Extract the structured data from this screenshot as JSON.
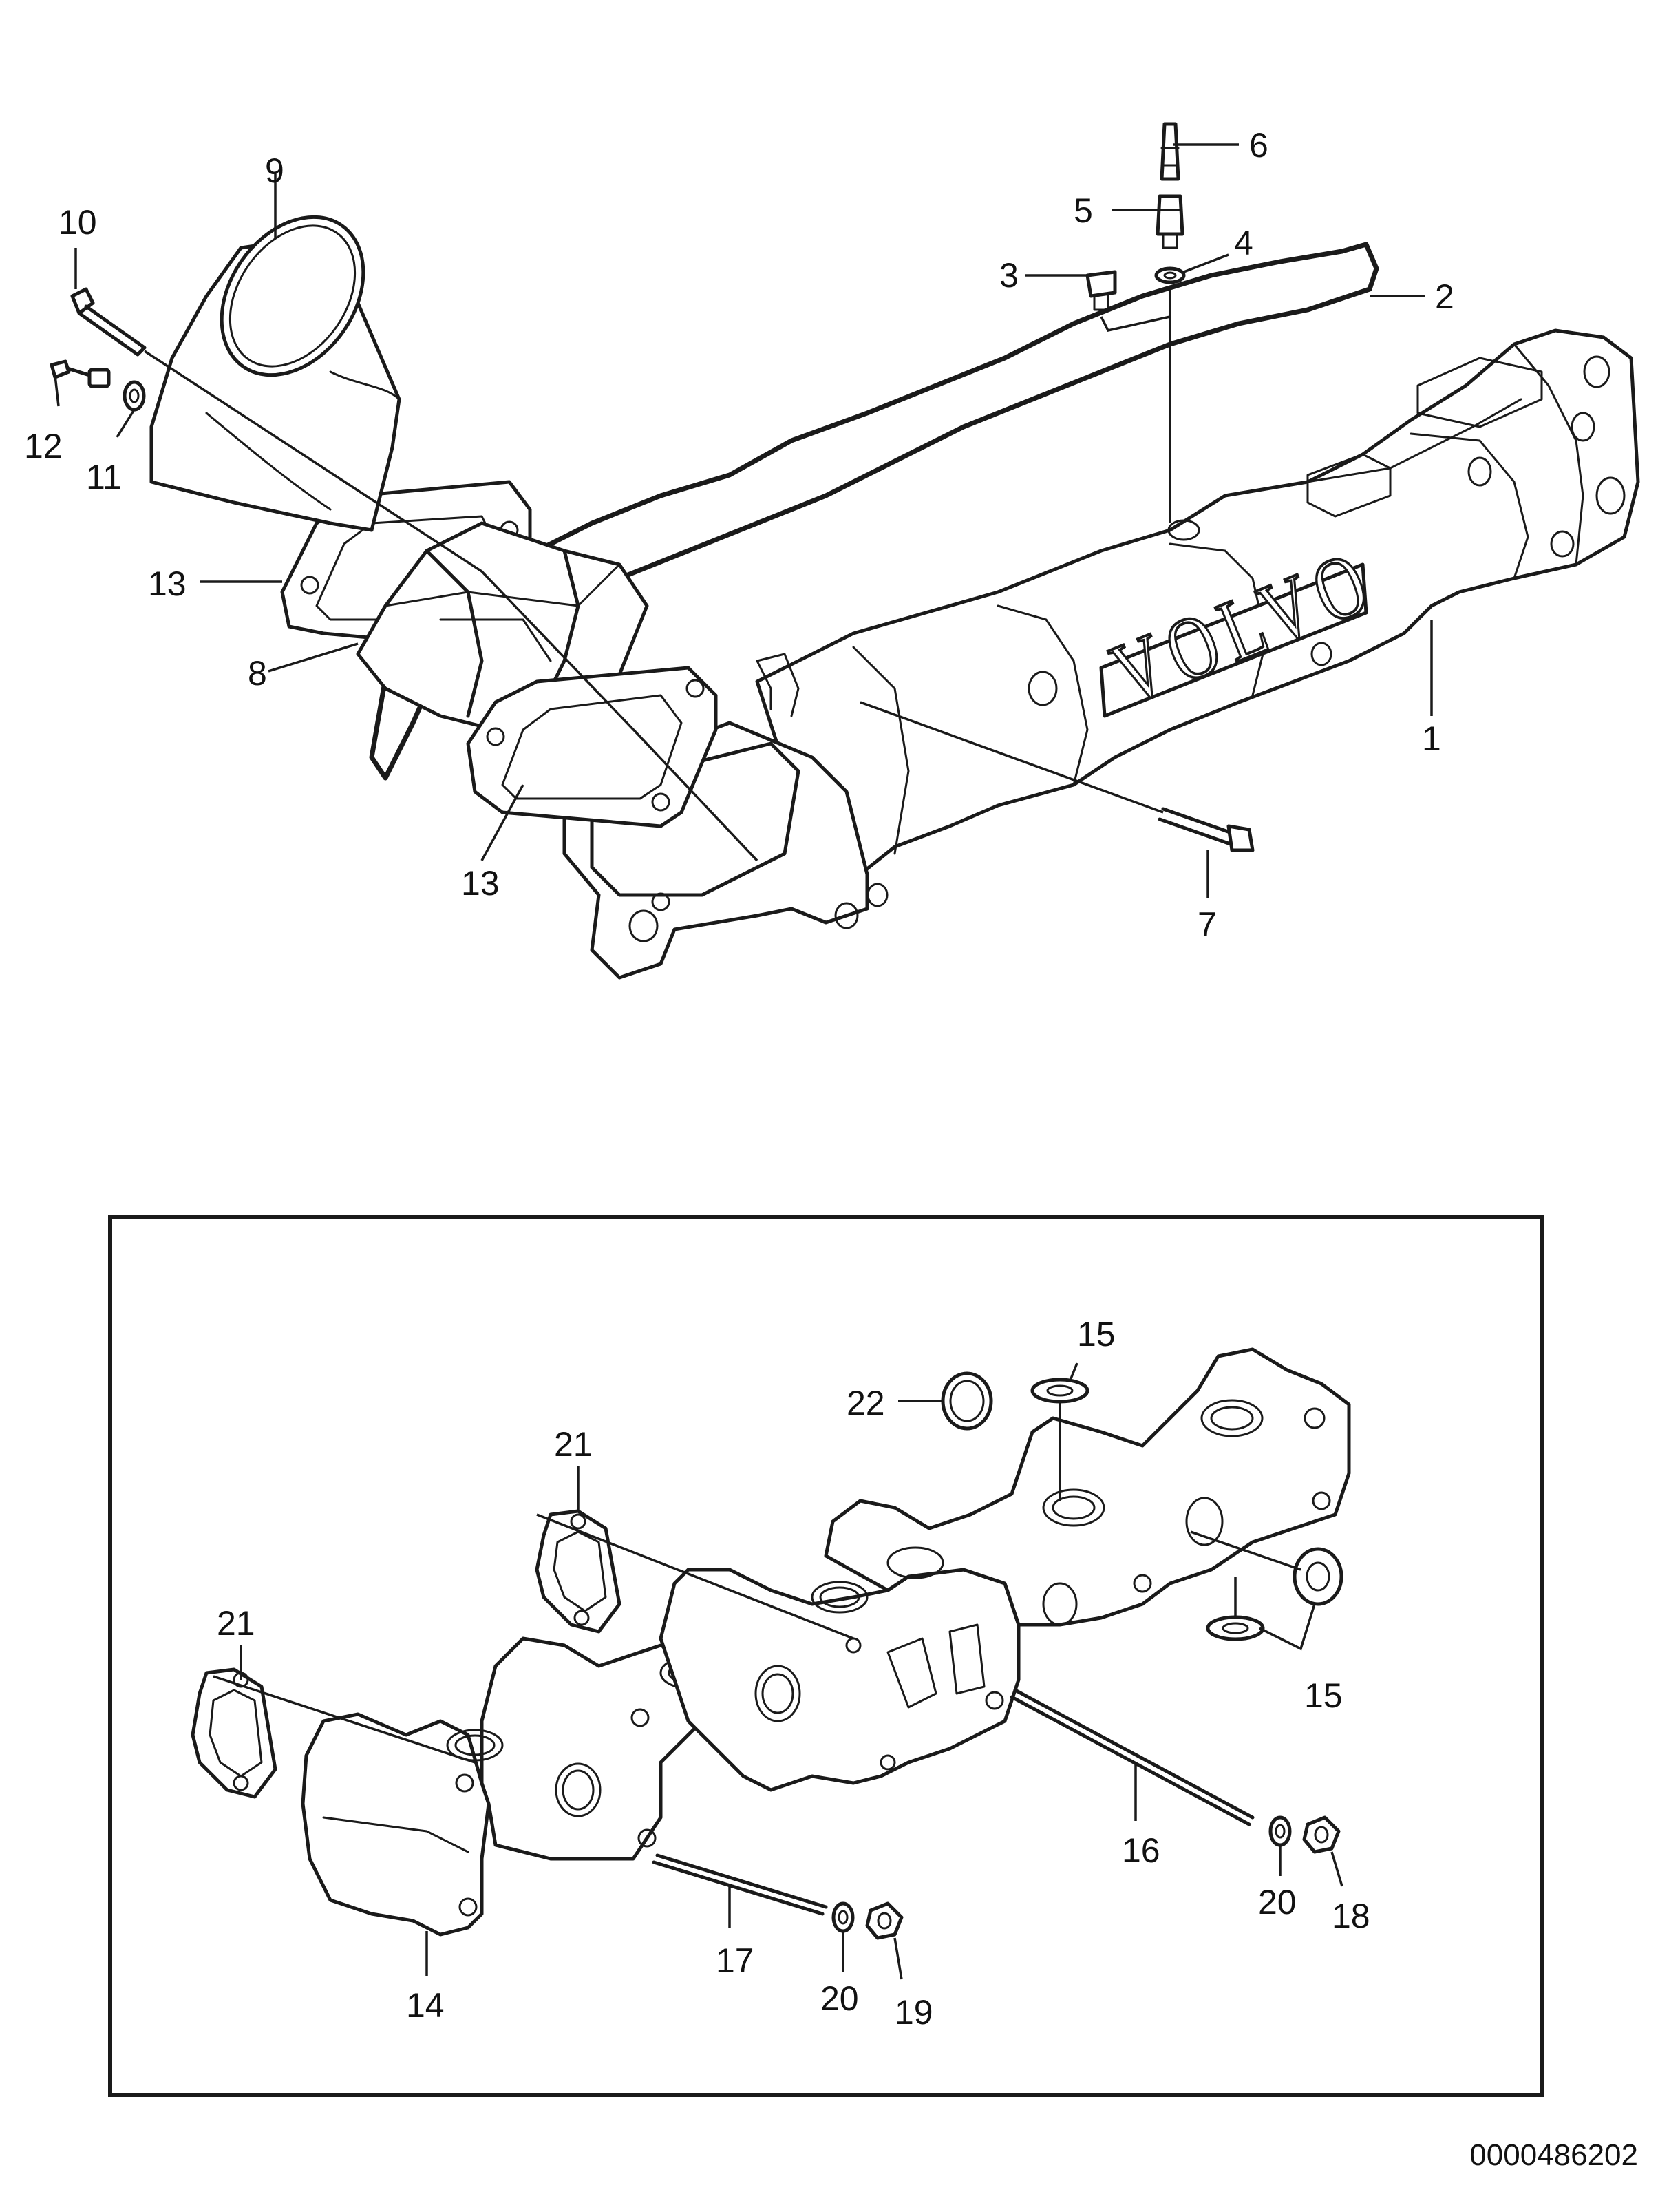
{
  "brand_logo": "VOLVO",
  "drawing_number": "0000486202",
  "callouts": {
    "c1": "1",
    "c2": "2",
    "c3": "3",
    "c4": "4",
    "c5": "5",
    "c6": "6",
    "c7": "7",
    "c8": "8",
    "c9": "9",
    "c10": "10",
    "c11": "11",
    "c12": "12",
    "c13a": "13",
    "c13b": "13",
    "c14": "14",
    "c15a": "15",
    "c15b": "15",
    "c16": "16",
    "c17": "17",
    "c18": "18",
    "c19": "19",
    "c20a": "20",
    "c20b": "20",
    "c21a": "21",
    "c21b": "21",
    "c22": "22"
  }
}
